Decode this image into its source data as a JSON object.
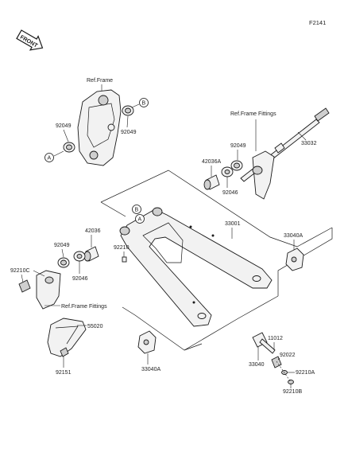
{
  "figure_code": "F2141",
  "front_badge": "FRONT",
  "ref_frame": "Ref.Frame",
  "ref_frame_fittings_top": "Ref.Frame Fittings",
  "ref_frame_fittings_left": "Ref.Frame Fittings",
  "callouts": {
    "A": "A",
    "B": "B"
  },
  "parts": {
    "p92049_a": "92049",
    "p92049_b": "92049",
    "p92049_c": "92049",
    "p92049_d": "92049",
    "p33032": "33032",
    "p42036a": "42036A",
    "p92046_a": "92046",
    "p92046_b": "92046",
    "p33001": "33001",
    "p42036": "42036",
    "p33040a_r": "33040A",
    "p33040a_b": "33040A",
    "p92210": "92210",
    "p92210c": "92210C",
    "p55020": "55020",
    "p92151": "92151",
    "p11012": "11012",
    "p92022": "92022",
    "p33040": "33040",
    "p92210a": "92210A",
    "p92210b": "92210B"
  }
}
